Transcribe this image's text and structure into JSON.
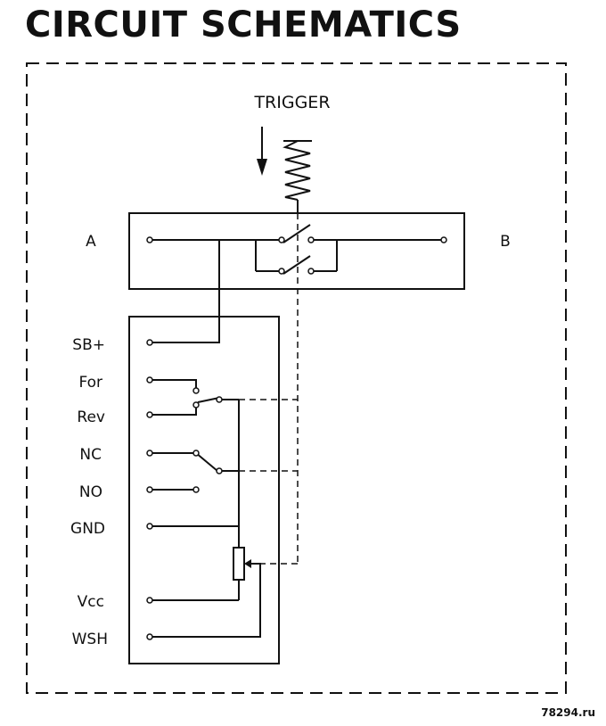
{
  "title": "CIRCUIT SCHEMATICS",
  "trigger_label": "TRIGGER",
  "side_labels": {
    "left": "A",
    "right": "B"
  },
  "pins": {
    "sb_plus": "SB+",
    "forward": "For",
    "reverse": "Rev",
    "nc": "NC",
    "no": "NO",
    "gnd": "GND",
    "vcc": "Vcc",
    "wsh": "WSH"
  },
  "watermark": "78294.ru",
  "colors": {
    "ink": "#111111",
    "background": "#ffffff"
  }
}
